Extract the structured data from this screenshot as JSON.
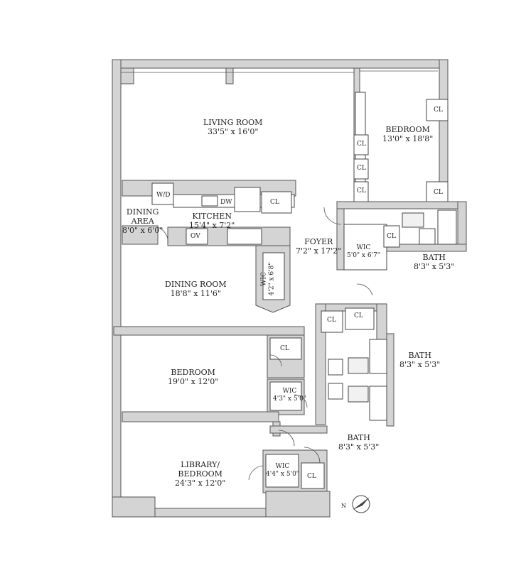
{
  "rooms": {
    "living_room": {
      "name": "LIVING ROOM",
      "dims": "33'5\" x 16'0\""
    },
    "bedroom_master": {
      "name": "BEDROOM",
      "dims": "13'0\" x 18'8\""
    },
    "kitchen": {
      "name": "KITCHEN",
      "dims": "15'4\" x 7'2\""
    },
    "dining_area": {
      "line1": "DINING",
      "line2": "AREA",
      "dims": "8'0\" x 6'0\""
    },
    "foyer": {
      "name": "FOYER",
      "dims": "7'2\" x 17'2\""
    },
    "wic_master": {
      "name": "WIC",
      "dims": "5'0\" x 6'7\""
    },
    "bath_master": {
      "name": "BATH",
      "dims": "8'3\" x 5'3\""
    },
    "dining_room": {
      "name": "DINING ROOM",
      "dims": "18'8\" x 11'6\""
    },
    "wic_dining": {
      "name": "WIC",
      "dims": "4'2\" x 6'8\""
    },
    "bedroom_2": {
      "name": "BEDROOM",
      "dims": "19'0\" x 12'0\""
    },
    "wic_bedroom2": {
      "name": "WIC",
      "dims": "4'3\" x 5'0\""
    },
    "bath_2": {
      "name": "BATH",
      "dims": "8'3\" x 5'3\""
    },
    "bath_3": {
      "name": "BATH",
      "dims": "8'3\" x 5'3\""
    },
    "library": {
      "line1": "LIBRARY/",
      "line2": "BEDROOM",
      "dims": "24'3\" x 12'0\""
    },
    "wic_library": {
      "name": "WIC",
      "dims": "4'4\" x 5'0\""
    }
  },
  "fixtures": {
    "closet": "CL",
    "washer_dryer": "W/D",
    "dishwasher": "DW",
    "oven": "OV"
  },
  "compass": {
    "letter": "N"
  }
}
